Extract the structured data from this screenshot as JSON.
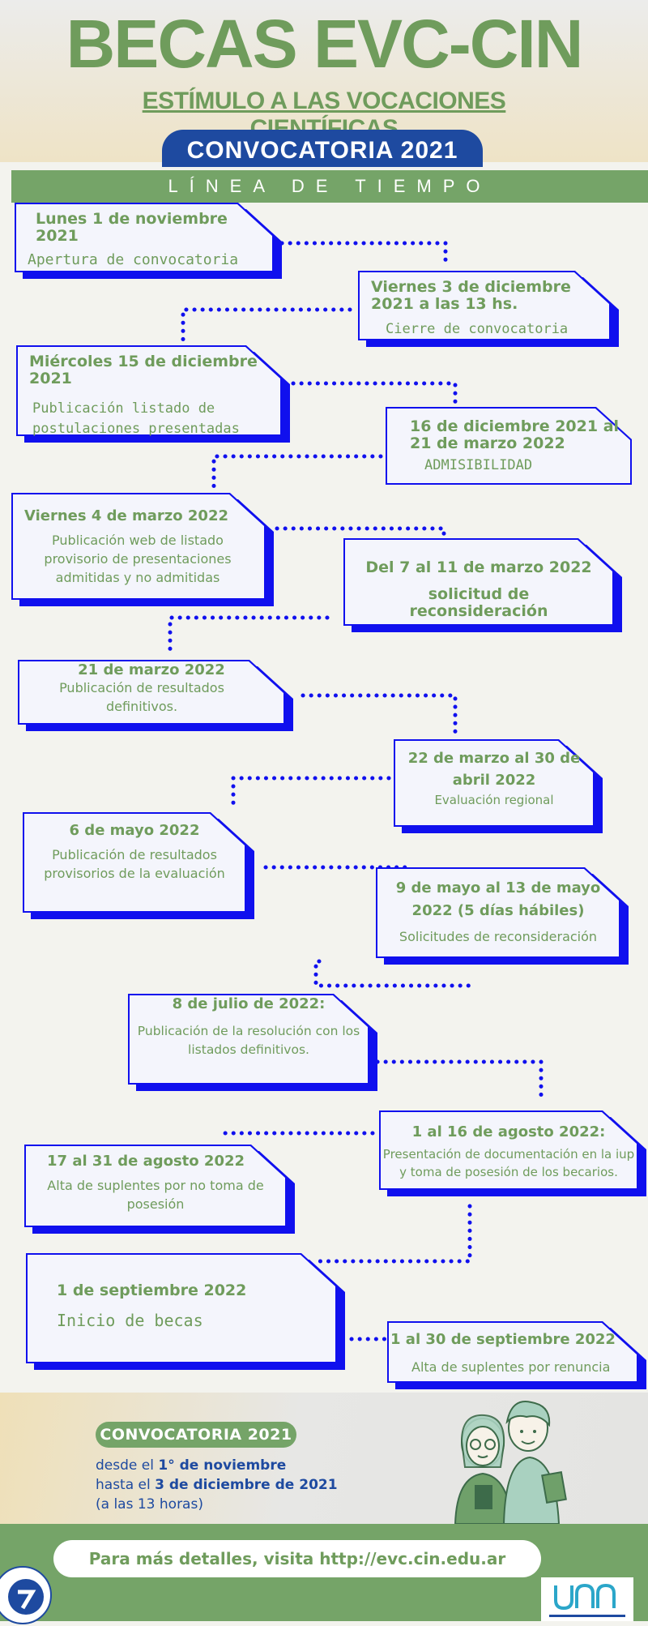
{
  "header": {
    "title": "BECAS EVC-CIN",
    "subtitle": "ESTÍMULO A LAS VOCACIONES CIENTÍFICAS",
    "convocatoria": "CONVOCATORIA 2021"
  },
  "band": {
    "label": "LÍNEA DE TIEMPO"
  },
  "timeline": [
    {
      "date": "Lunes 1 de noviembre 2021",
      "desc": "Apertura de convocatoria"
    },
    {
      "date": "Viernes 3 de diciembre 2021 a las 13 hs.",
      "desc": "Cierre de convocatoria"
    },
    {
      "date": "Miércoles 15 de diciembre 2021",
      "desc": "Publicación listado de postulaciones presentadas"
    },
    {
      "date": "16 de diciembre 2021 al 21 de marzo 2022",
      "desc": "ADMISIBILIDAD"
    },
    {
      "date": "Viernes 4 de marzo 2022",
      "desc": "Publicación web de listado provisorio de presentaciones admitidas y no admitidas"
    },
    {
      "date": "Del 7 al 11 de marzo 2022",
      "desc": "solicitud de reconsideración"
    },
    {
      "date": "21 de marzo 2022",
      "desc": "Publicación de resultados definitivos."
    },
    {
      "date": "22 de marzo al 30 de abril 2022",
      "desc": "Evaluación regional"
    },
    {
      "date": "6 de mayo 2022",
      "desc": "Publicación de resultados provisorios de la evaluación"
    },
    {
      "date": "9 de mayo al 13 de mayo 2022 (5 días hábiles)",
      "desc": "Solicitudes de reconsideración"
    },
    {
      "date": "8 de julio de 2022:",
      "desc": "Publicación de la resolución con los listados definitivos."
    },
    {
      "date": "1 al 16 de agosto 2022:",
      "desc": "Presentación de documentación en la iup y toma de posesión de los becarios."
    },
    {
      "date": "17 al 31 de agosto 2022",
      "desc": "Alta de suplentes por no toma de posesión"
    },
    {
      "date": "1 de septiembre 2022",
      "desc": "Inicio de becas"
    },
    {
      "date": "1 al 30 de septiembre 2022",
      "desc": "Alta de suplentes por renuncia"
    }
  ],
  "footer": {
    "pill": "CONVOCATORIA 2021",
    "line1_pre": "desde el ",
    "line1_bold": "1° de noviembre",
    "line2_pre": "hasta el ",
    "line2_bold": "3 de diciembre de 2021",
    "line3": "(a las 13 horas)",
    "link": "Para más detalles, visita http://evc.cin.edu.ar"
  },
  "colors": {
    "green": "#6f9c5c",
    "blue": "#1010ee",
    "navy": "#1e4aa0"
  }
}
